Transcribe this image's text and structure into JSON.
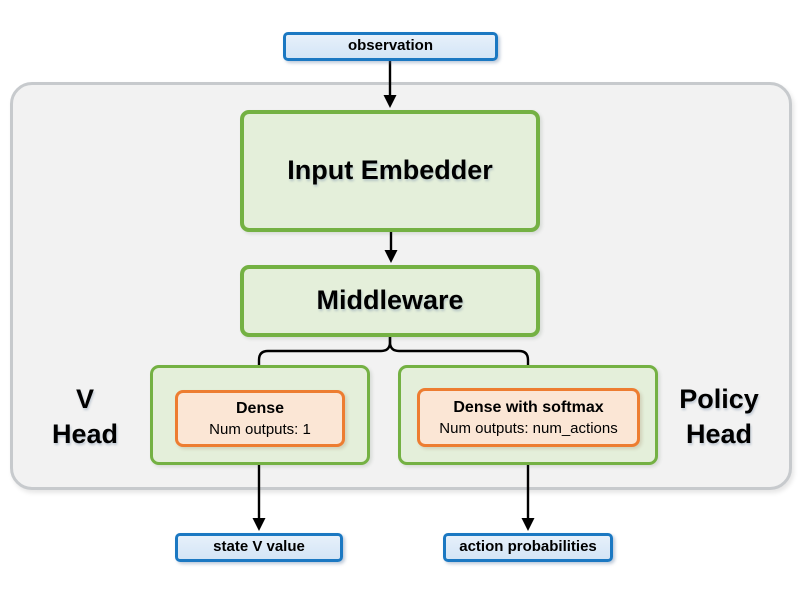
{
  "diagram": {
    "nodes": {
      "observation": "observation",
      "input_embedder": "Input Embedder",
      "middleware": "Middleware",
      "v_head_line1": "V",
      "v_head_line2": "Head",
      "policy_head_line1": "Policy",
      "policy_head_line2": "Head",
      "dense_title": "Dense",
      "dense_subtitle": "Num outputs: 1",
      "dense_softmax_title": "Dense with softmax",
      "dense_softmax_subtitle": "Num outputs: num_actions",
      "state_v_value": "state V value",
      "action_probabilities": "action probabilities"
    },
    "edges": [
      {
        "from": "observation",
        "to": "input_embedder"
      },
      {
        "from": "input_embedder",
        "to": "middleware"
      },
      {
        "from": "middleware",
        "to": "dense"
      },
      {
        "from": "middleware",
        "to": "dense_softmax"
      },
      {
        "from": "dense",
        "to": "state_v_value"
      },
      {
        "from": "dense_softmax",
        "to": "action_probabilities"
      }
    ],
    "colors": {
      "io_box_fill": "#dbe9f7",
      "io_box_border": "#1b78c2",
      "layer_box_fill": "#e4efda",
      "layer_box_border": "#74b143",
      "dense_box_fill": "#fbe6d5",
      "dense_box_border": "#ed7d31",
      "container_fill": "#f2f2f2",
      "container_border": "#c7cacd",
      "arrow": "#000000",
      "text": "#000000"
    }
  }
}
